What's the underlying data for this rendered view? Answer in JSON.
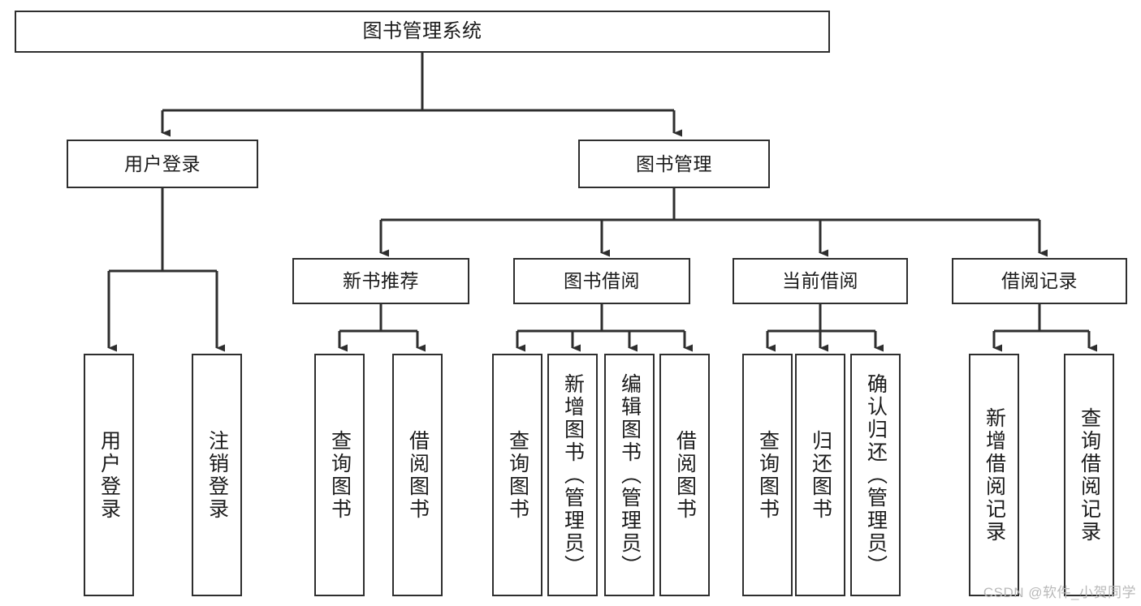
{
  "diagram": {
    "type": "tree",
    "title": "图书管理系统",
    "orientation": "top-down",
    "colors": {
      "box_border": "#2e2e2e",
      "box_fill": "#ffffff",
      "connector": "#2e2e2e",
      "text": "#1b1b1b",
      "watermark": "#b9b9b9",
      "background": "#ffffff"
    },
    "levels": {
      "root": {
        "label": "图书管理系统"
      },
      "level2": [
        {
          "id": "user-login",
          "label": "用户登录"
        },
        {
          "id": "book-management",
          "label": "图书管理"
        }
      ],
      "level3": [
        {
          "id": "new-book-recommend",
          "label": "新书推荐",
          "parent": "book-management"
        },
        {
          "id": "book-borrow",
          "label": "图书借阅",
          "parent": "book-management"
        },
        {
          "id": "current-borrow",
          "label": "当前借阅",
          "parent": "book-management"
        },
        {
          "id": "borrow-record",
          "label": "借阅记录",
          "parent": "book-management"
        }
      ],
      "leaves": [
        {
          "id": "leaf-user-login",
          "label": "用户登录",
          "parent": "user-login"
        },
        {
          "id": "leaf-logout",
          "label": "注销登录",
          "parent": "user-login"
        },
        {
          "id": "leaf-query-book-1",
          "label": "查询图书",
          "parent": "new-book-recommend"
        },
        {
          "id": "leaf-borrow-book-1",
          "label": "借阅图书",
          "parent": "new-book-recommend"
        },
        {
          "id": "leaf-query-book-2",
          "label": "查询图书",
          "parent": "book-borrow"
        },
        {
          "id": "leaf-add-book",
          "label": "新增图书（管理员）",
          "parent": "book-borrow"
        },
        {
          "id": "leaf-edit-book",
          "label": "编辑图书（管理员）",
          "parent": "book-borrow"
        },
        {
          "id": "leaf-borrow-book-2",
          "label": "借阅图书",
          "parent": "book-borrow"
        },
        {
          "id": "leaf-query-book-3",
          "label": "查询图书",
          "parent": "current-borrow"
        },
        {
          "id": "leaf-return-book",
          "label": "归还图书",
          "parent": "current-borrow"
        },
        {
          "id": "leaf-confirm-return",
          "label": "确认归还（管理员）",
          "parent": "current-borrow"
        },
        {
          "id": "leaf-add-record",
          "label": "新增借阅记录",
          "parent": "borrow-record"
        },
        {
          "id": "leaf-query-record",
          "label": "查询借阅记录",
          "parent": "borrow-record"
        }
      ]
    }
  },
  "watermark": {
    "text": "CSDN @软件_小贺同学"
  }
}
